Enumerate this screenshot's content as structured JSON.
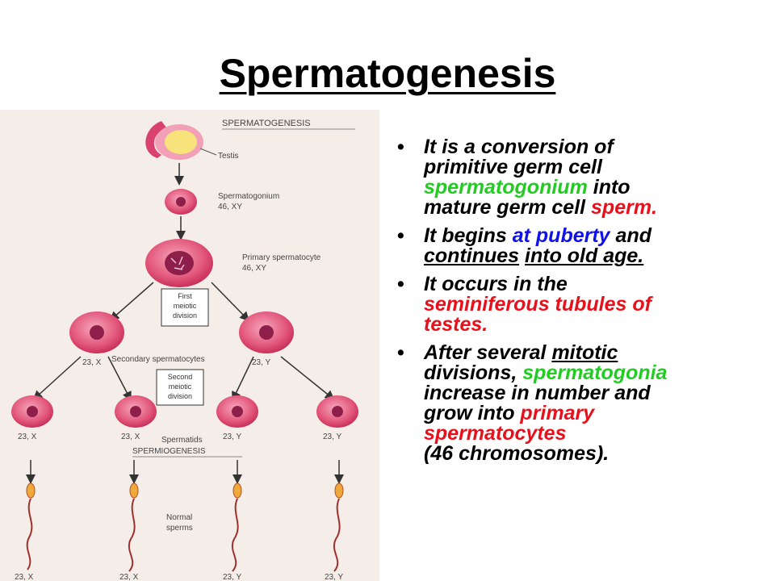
{
  "title": "Spermatogenesis",
  "colors": {
    "green": "#22cc22",
    "red": "#e8101a",
    "blue": "#1010e8",
    "cell": "#e2567a",
    "nucleus": "#8e1e4a"
  },
  "figure": {
    "heading": "SPERMATOGENESIS",
    "testis": "Testis",
    "spermatogonium": "Spermatogonium",
    "spermatogonium_karyotype": "46, XY",
    "primary_spermatocyte": "Primary spermatocyte",
    "primary_karyotype": "46, XY",
    "first_meiotic_division": [
      "First",
      "meiotic",
      "division"
    ],
    "secondary_left_karyotype": "23, X",
    "secondary_right_karyotype": "23, Y",
    "secondary_spermatocytes": "Secondary spermatocytes",
    "second_meiotic_division": [
      "Second",
      "meiotic",
      "division"
    ],
    "spermatid_karyotypes": [
      "23, X",
      "23, X",
      "23, Y",
      "23, Y"
    ],
    "spermatids": "Spermatids",
    "spermiogenesis": "SPERMIOGENESIS",
    "normal_sperms": [
      "Normal",
      "sperms"
    ],
    "sperm_karyotypes": [
      "23, X",
      "23, X",
      "23, Y",
      "23, Y"
    ]
  },
  "bullets": [
    {
      "l1": "It is a conversion of",
      "l2": "primitive germ cell",
      "l3_green": "spermatogonium",
      "l3_black": " into",
      "l4_black": "mature germ cell ",
      "l4_red": "sperm."
    },
    {
      "l1_black": "It  begins ",
      "l1_blue": "at puberty",
      "l1_black2": " and",
      "l2_ul1": "continues",
      "l2_sp": " ",
      "l2_ul2": "into old age."
    },
    {
      "l1": "It occurs in the",
      "l2_red": "seminiferous tubules of",
      "l3_red": "testes."
    },
    {
      "l1_black": "After several ",
      "l1_ul": "mitotic",
      "l2_black": "divisions,  ",
      "l2_green": "spermatogonia",
      "l3": "increase in number and",
      "l4_black": "grow into ",
      "l4_red": "primary",
      "l5_red": "spermatocytes",
      "l6": "(46 chromosomes)."
    }
  ]
}
